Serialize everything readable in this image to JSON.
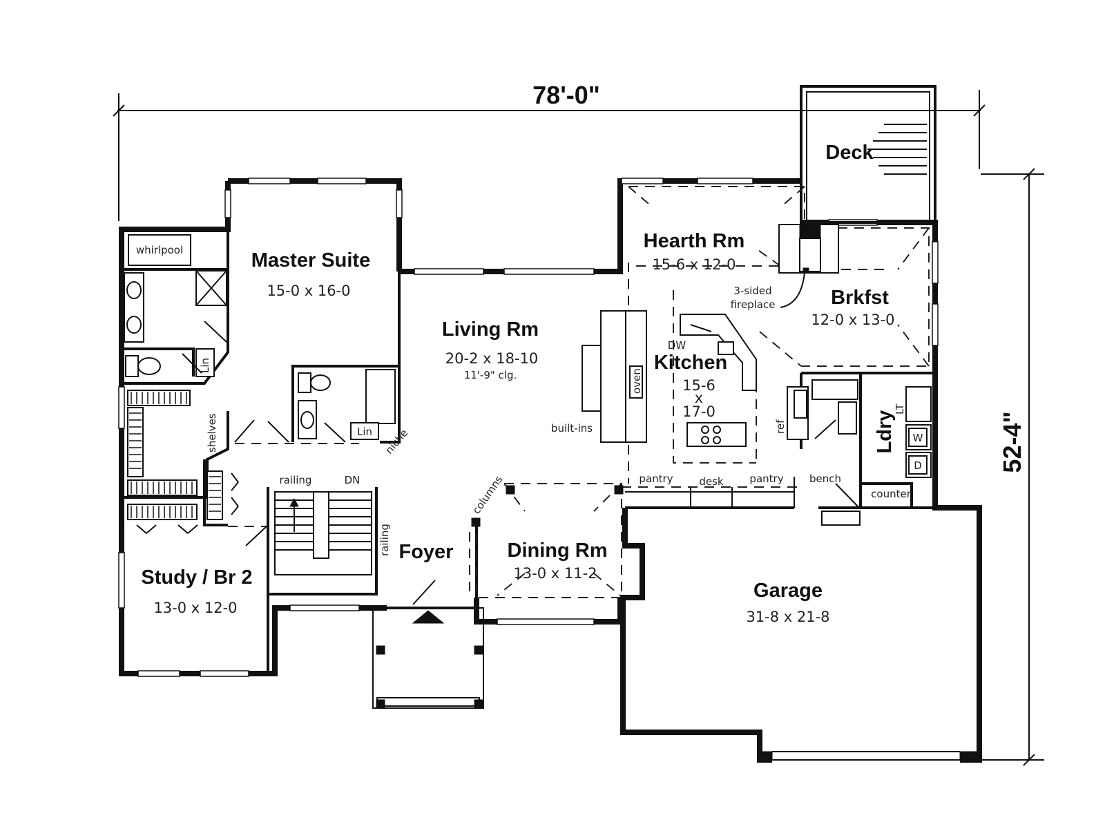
{
  "plan": {
    "overall_width": "78'-0\"",
    "overall_depth": "52-4\"",
    "rooms": {
      "deck": {
        "name": "Deck"
      },
      "hearth": {
        "name": "Hearth Rm",
        "dim": "15-6 x 12-0"
      },
      "brkfst": {
        "name": "Brkfst",
        "dim": "12-0 x 13-0"
      },
      "master": {
        "name": "Master Suite",
        "dim": "15-0 x 16-0"
      },
      "living": {
        "name": "Living Rm",
        "dim": "20-2 x 18-10",
        "ceiling": "11'-9\" clg."
      },
      "kitchen": {
        "name": "Kitchen",
        "dim_a": "15-6",
        "dim_x": "x",
        "dim_b": "17-0"
      },
      "ldry": {
        "name": "Ldry"
      },
      "foyer": {
        "name": "Foyer"
      },
      "dining": {
        "name": "Dining Rm",
        "dim": "13-0 x 11-2"
      },
      "study": {
        "name": "Study / Br 2",
        "dim": "13-0 x 12-0"
      },
      "garage": {
        "name": "Garage",
        "dim": "31-8 x 21-8"
      }
    },
    "labels": {
      "whirlpool": "whirlpool",
      "lin_bath": "Lin",
      "lin_closet": "Lin",
      "shelves": "shelves",
      "niche": "niche",
      "fireplace_1": "3-sided",
      "fireplace_2": "fireplace",
      "dw": "DW",
      "oven": "oven",
      "built_ins": "built-ins",
      "ref": "ref",
      "lt": "LT",
      "washer": "W",
      "dryer": "D",
      "pantry_left": "pantry",
      "desk": "desk",
      "pantry_right": "pantry",
      "bench": "bench",
      "counter": "counter",
      "railing_top": "railing",
      "dn": "DN",
      "railing_side": "railing",
      "columns": "columns"
    }
  }
}
